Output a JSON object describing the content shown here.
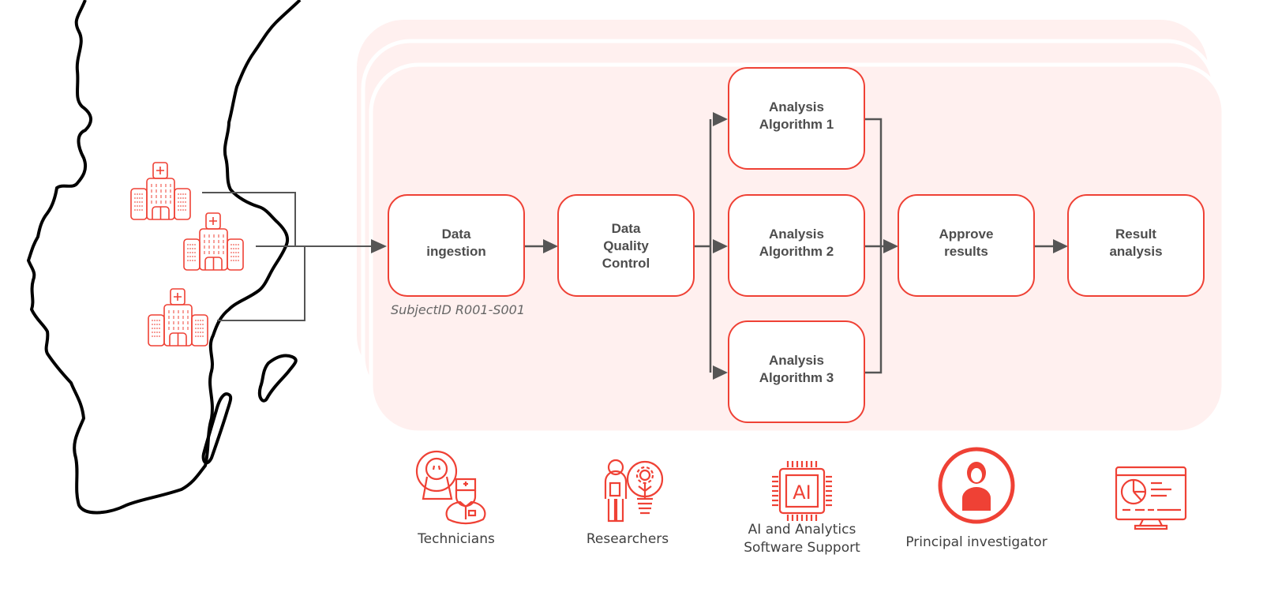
{
  "diagram": {
    "title": "",
    "colors": {
      "accent": "#ef4135",
      "panel": "#fff0ef",
      "connector": "#555555",
      "map_outline": "#000000",
      "node_text": "#4d4d4d"
    },
    "sites": [
      {
        "name": "hospital-1",
        "icon": "hospital-icon"
      },
      {
        "name": "hospital-2",
        "icon": "hospital-icon"
      },
      {
        "name": "hospital-3",
        "icon": "hospital-icon"
      }
    ],
    "nodes": [
      {
        "id": "ingest",
        "lines": [
          "Data",
          "ingestion"
        ]
      },
      {
        "id": "dqc",
        "lines": [
          "Data",
          "Quality",
          "Control"
        ]
      },
      {
        "id": "alg1",
        "lines": [
          "Analysis",
          "Algorithm 1"
        ]
      },
      {
        "id": "alg2",
        "lines": [
          "Analysis",
          "Algorithm 2"
        ]
      },
      {
        "id": "alg3",
        "lines": [
          "Analysis",
          "Algorithm 3"
        ]
      },
      {
        "id": "approve",
        "lines": [
          "Approve",
          "results"
        ]
      },
      {
        "id": "result",
        "lines": [
          "Result",
          "analysis"
        ]
      }
    ],
    "edges": [
      [
        "sites",
        "ingest"
      ],
      [
        "ingest",
        "dqc"
      ],
      [
        "dqc",
        "alg1"
      ],
      [
        "dqc",
        "alg2"
      ],
      [
        "dqc",
        "alg3"
      ],
      [
        "alg1",
        "approve"
      ],
      [
        "alg2",
        "approve"
      ],
      [
        "alg3",
        "approve"
      ],
      [
        "approve",
        "result"
      ]
    ],
    "subject_label": "SubjectID R001-S001",
    "roles": [
      {
        "icon": "technician-mri-icon",
        "lines": [
          "Technicians"
        ]
      },
      {
        "icon": "researcher-idea-icon",
        "lines": [
          "Researchers"
        ]
      },
      {
        "icon": "ai-chip-icon",
        "icon_text": "AI",
        "lines": [
          "AI and Analytics",
          "Software Support"
        ]
      },
      {
        "icon": "doctor-circle-icon",
        "lines": [
          "Principal investigator"
        ]
      },
      {
        "icon": "monitor-chart-icon",
        "lines": []
      }
    ]
  }
}
